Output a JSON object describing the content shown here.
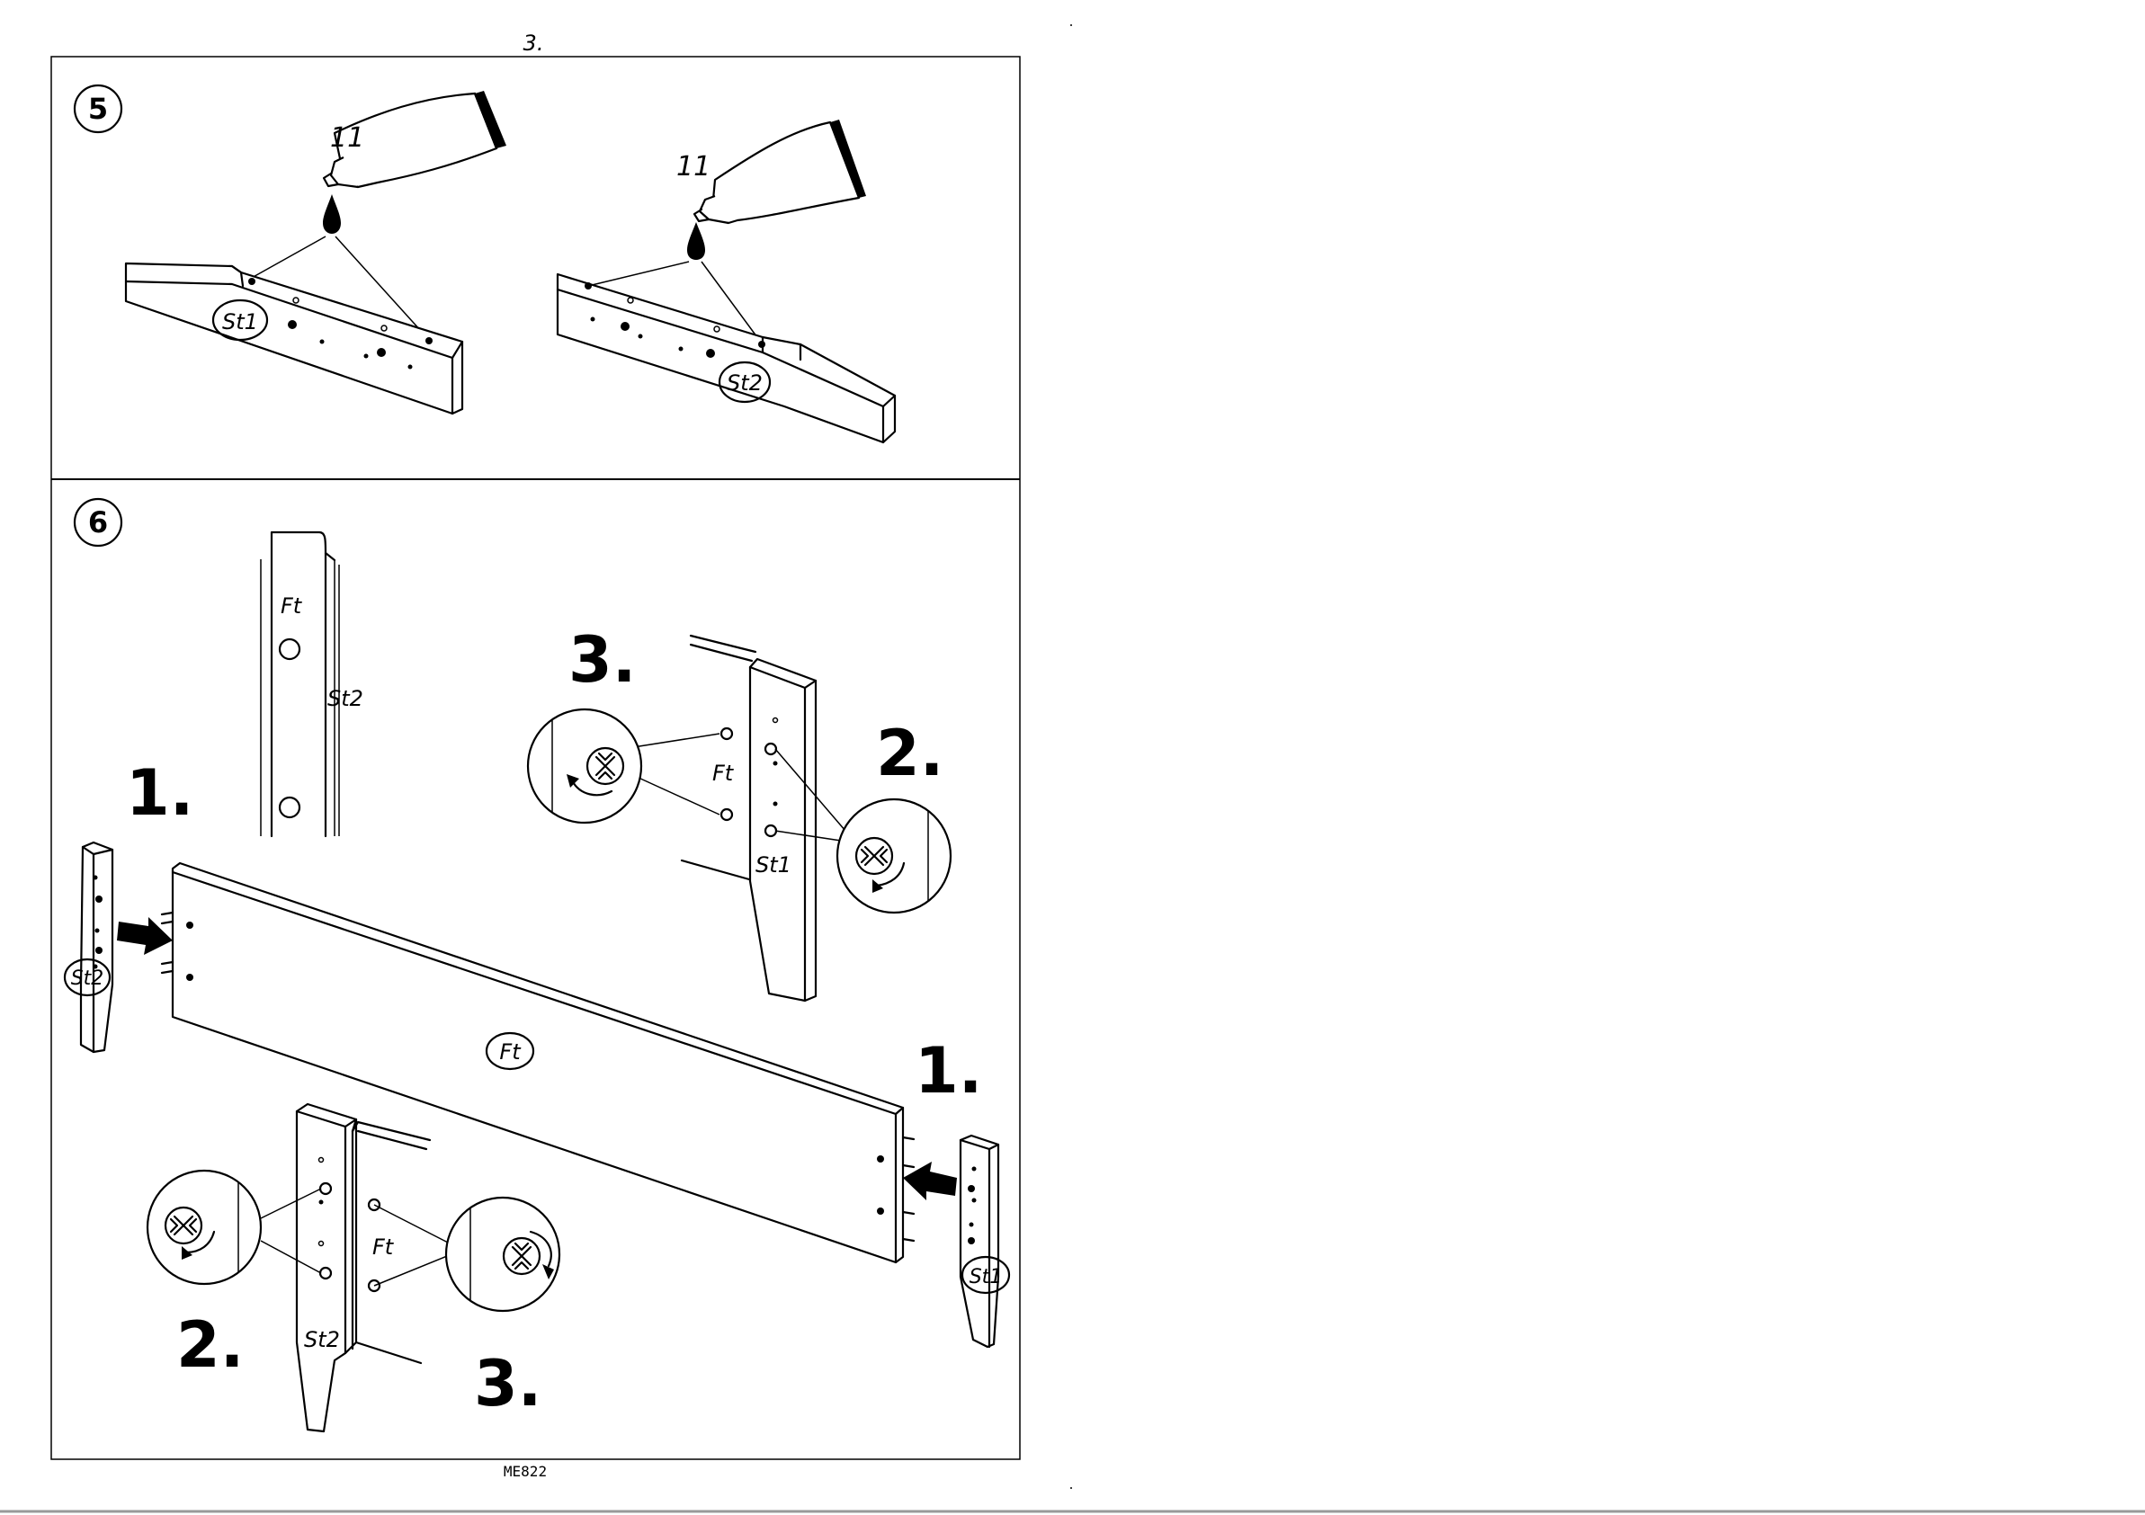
{
  "page_number": "3.",
  "footer_code": "ME822",
  "colors": {
    "ink": "#000000",
    "paper": "#ffffff"
  },
  "step5": {
    "number": "5",
    "left": {
      "glue_number": "11",
      "part_label": "St1"
    },
    "right": {
      "glue_number": "11",
      "part_label": "St2"
    }
  },
  "step6": {
    "number": "6",
    "detail_board": {
      "label_a": "Ft",
      "label_b": "St2"
    },
    "top_right": {
      "step_3": "3.",
      "step_2": "2.",
      "board_label": "Ft",
      "leg_label": "St1"
    },
    "main": {
      "step_1_left": "1.",
      "step_1_right": "1.",
      "left_leg_label": "St2",
      "right_leg_label": "St1",
      "board_label": "Ft"
    },
    "bottom_left": {
      "step_2": "2.",
      "step_3": "3.",
      "board_label": "Ft",
      "leg_label": "St2"
    }
  },
  "icons": [
    "glue-tube-icon",
    "glue-drop-icon",
    "cam-lock-icon",
    "rotate-arrow-icon",
    "push-arrow-icon"
  ]
}
